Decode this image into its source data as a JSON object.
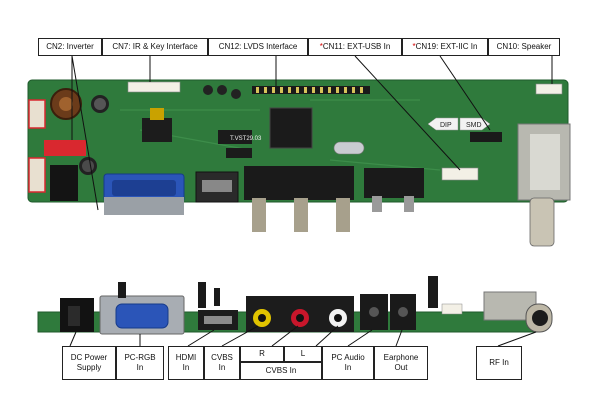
{
  "top_labels": [
    {
      "id": "cn2",
      "text": "CN2: Inverter",
      "star": false
    },
    {
      "id": "cn7",
      "text": "CN7: IR & Key Interface",
      "star": false
    },
    {
      "id": "cn12",
      "text": "CN12: LVDS Interface",
      "star": false
    },
    {
      "id": "cn11",
      "text": "CN11: EXT-USB In",
      "star": true
    },
    {
      "id": "cn19",
      "text": "CN19: EXT-IIC In",
      "star": true
    },
    {
      "id": "cn10",
      "text": "CN10: Speaker",
      "star": false
    }
  ],
  "star_symbol": "*",
  "board_marks": {
    "chip_text": "T.VST29.03",
    "dip": "DIP",
    "smd": "SMD"
  },
  "bottom_labels": {
    "dc_power": [
      "DC Power",
      "Supply"
    ],
    "pc_rgb": [
      "PC-RGB",
      "In"
    ],
    "hdmi": [
      "HDMI",
      "In"
    ],
    "cvbs": [
      "CVBS",
      "In"
    ],
    "r": "R",
    "l": "L",
    "cvbs_in": "CVBS In",
    "pc_audio": [
      "PC Audio",
      "In"
    ],
    "earphone": [
      "Earphone",
      "Out"
    ],
    "rf_in": "RF In"
  },
  "colors": {
    "pcb": "#2f7a3c",
    "pcb_dark": "#1f5a2b",
    "connector_red": "#d9282f",
    "vga_blue": "#2b55b8",
    "label_star": "#d40000"
  }
}
